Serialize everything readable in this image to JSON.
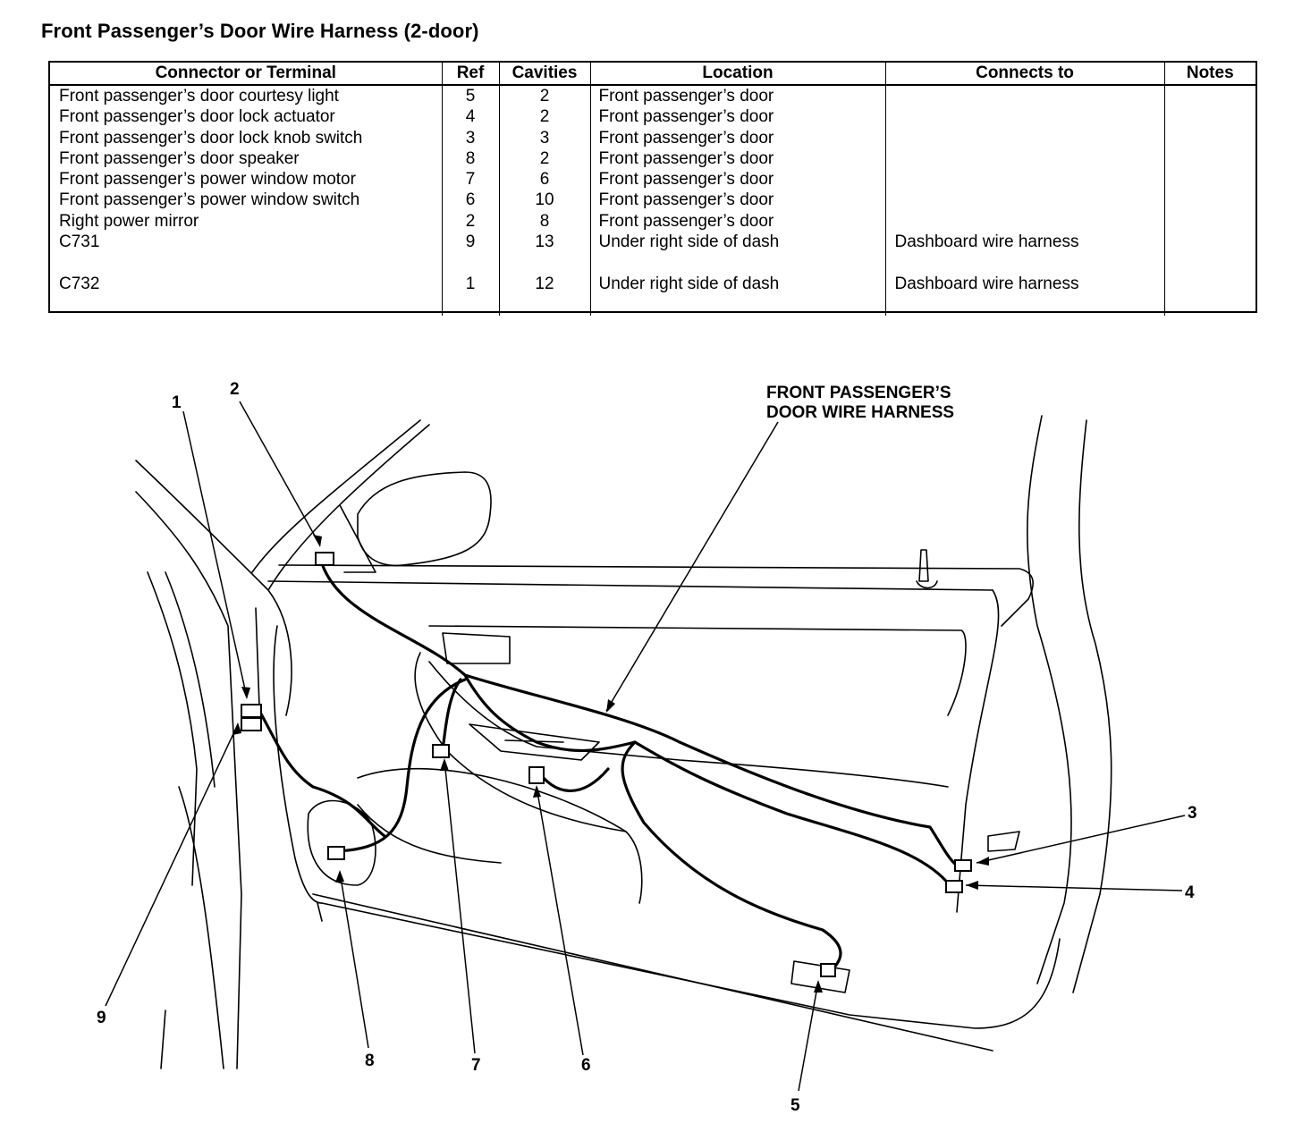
{
  "title": "Front Passenger’s Door Wire Harness (2-door)",
  "table": {
    "headers": [
      "Connector or Terminal",
      "Ref",
      "Cavities",
      "Location",
      "Connects to",
      "Notes"
    ],
    "rows": [
      {
        "connector": "Front passenger’s door courtesy light",
        "ref": "5",
        "cavities": "2",
        "location": "Front passenger’s door",
        "connects_to": "",
        "notes": ""
      },
      {
        "connector": "Front passenger’s door lock actuator",
        "ref": "4",
        "cavities": "2",
        "location": "Front passenger’s door",
        "connects_to": "",
        "notes": ""
      },
      {
        "connector": "Front passenger’s door lock knob switch",
        "ref": "3",
        "cavities": "3",
        "location": "Front passenger’s door",
        "connects_to": "",
        "notes": ""
      },
      {
        "connector": "Front passenger’s door speaker",
        "ref": "8",
        "cavities": "2",
        "location": "Front passenger’s door",
        "connects_to": "",
        "notes": ""
      },
      {
        "connector": "Front passenger’s power window motor",
        "ref": "7",
        "cavities": "6",
        "location": "Front passenger’s door",
        "connects_to": "",
        "notes": ""
      },
      {
        "connector": "Front passenger’s power window switch",
        "ref": "6",
        "cavities": "10",
        "location": "Front passenger’s door",
        "connects_to": "",
        "notes": ""
      },
      {
        "connector": "Right power mirror",
        "ref": "2",
        "cavities": "8",
        "location": "Front passenger’s door",
        "connects_to": "",
        "notes": ""
      },
      {
        "connector": "C731",
        "ref": "9",
        "cavities": "13",
        "location": "Under right side of dash",
        "connects_to": "Dashboard wire harness",
        "notes": ""
      },
      {
        "connector": "C732",
        "ref": "1",
        "cavities": "12",
        "location": "Under right side of dash",
        "connects_to": "Dashboard wire harness",
        "notes": ""
      }
    ]
  },
  "diagram": {
    "harness_label_line1": "FRONT PASSENGER’S",
    "harness_label_line2": "DOOR WIRE HARNESS",
    "callouts": {
      "c1": "1",
      "c2": "2",
      "c3": "3",
      "c4": "4",
      "c5": "5",
      "c6": "6",
      "c7": "7",
      "c8": "8",
      "c9": "9"
    }
  }
}
